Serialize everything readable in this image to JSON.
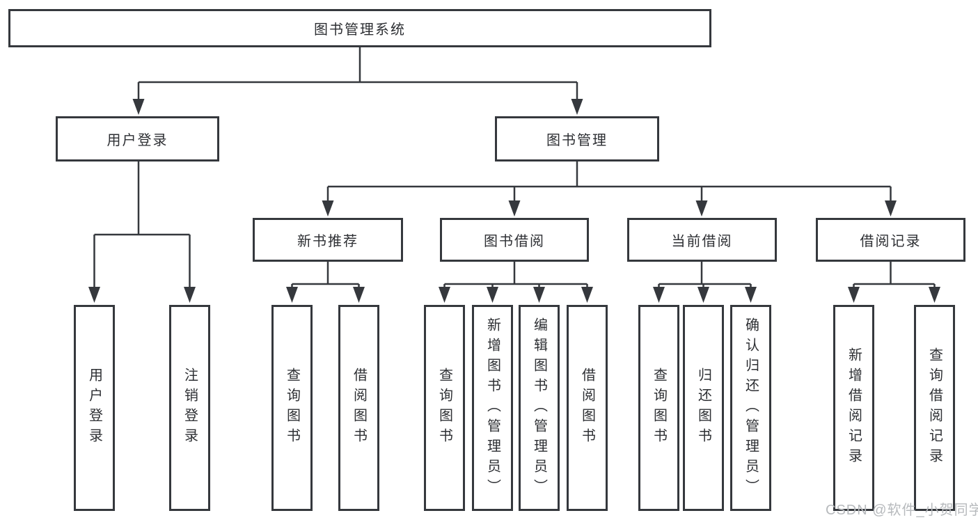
{
  "tree": {
    "root": {
      "label": "图书管理系统"
    },
    "branches": [
      {
        "label": "用户登录",
        "children": [
          {
            "label": "用户登录"
          },
          {
            "label": "注销登录"
          }
        ]
      },
      {
        "label": "图书管理",
        "groups": [
          {
            "label": "新书推荐",
            "children": [
              {
                "label": "查询图书"
              },
              {
                "label": "借阅图书"
              }
            ]
          },
          {
            "label": "图书借阅",
            "children": [
              {
                "label": "查询图书"
              },
              {
                "label": "新增图书（管理员）"
              },
              {
                "label": "编辑图书（管理员）"
              },
              {
                "label": "借阅图书"
              }
            ]
          },
          {
            "label": "当前借阅",
            "children": [
              {
                "label": "查询图书"
              },
              {
                "label": "归还图书"
              },
              {
                "label": "确认归还（管理员）"
              }
            ]
          },
          {
            "label": "借阅记录",
            "children": [
              {
                "label": "新增借阅记录"
              },
              {
                "label": "查询借阅记录"
              }
            ]
          }
        ]
      }
    ]
  },
  "watermark": "CSDN @软件_小贺同学",
  "colors": {
    "line": "#35383d",
    "text": "#2d2f33",
    "background": "#ffffff",
    "watermark": "#b7babd"
  }
}
